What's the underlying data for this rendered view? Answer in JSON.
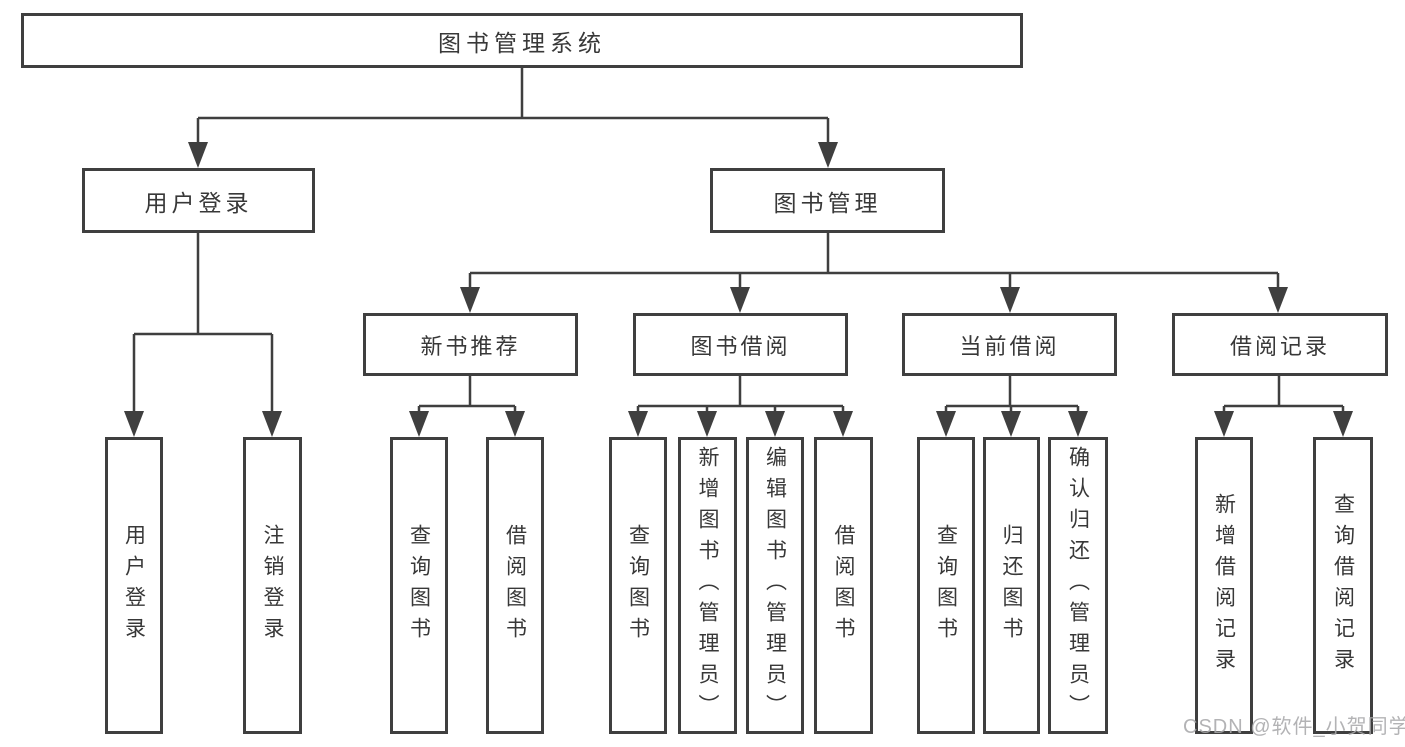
{
  "tree": {
    "label": "图书管理系统",
    "children": [
      {
        "label": "用户登录",
        "children": [
          {
            "label": "用户登录"
          },
          {
            "label": "注销登录"
          }
        ]
      },
      {
        "label": "图书管理",
        "children": [
          {
            "label": "新书推荐",
            "children": [
              {
                "label": "查询图书"
              },
              {
                "label": "借阅图书"
              }
            ]
          },
          {
            "label": "图书借阅",
            "children": [
              {
                "label": "查询图书"
              },
              {
                "label": "新增图书（管理员）"
              },
              {
                "label": "编辑图书（管理员）"
              },
              {
                "label": "借阅图书"
              }
            ]
          },
          {
            "label": "当前借阅",
            "children": [
              {
                "label": "查询图书"
              },
              {
                "label": "归还图书"
              },
              {
                "label": "确认归还（管理员）"
              }
            ]
          },
          {
            "label": "借阅记录",
            "children": [
              {
                "label": "新增借阅记录"
              },
              {
                "label": "查询借阅记录"
              }
            ]
          }
        ]
      }
    ]
  },
  "watermark": {
    "text": "CSDN @软件_小贺同学"
  },
  "colors": {
    "line": "#3f3f3f",
    "text": "#383838",
    "background": "#ffffff",
    "watermark": "#a9a9ab"
  }
}
